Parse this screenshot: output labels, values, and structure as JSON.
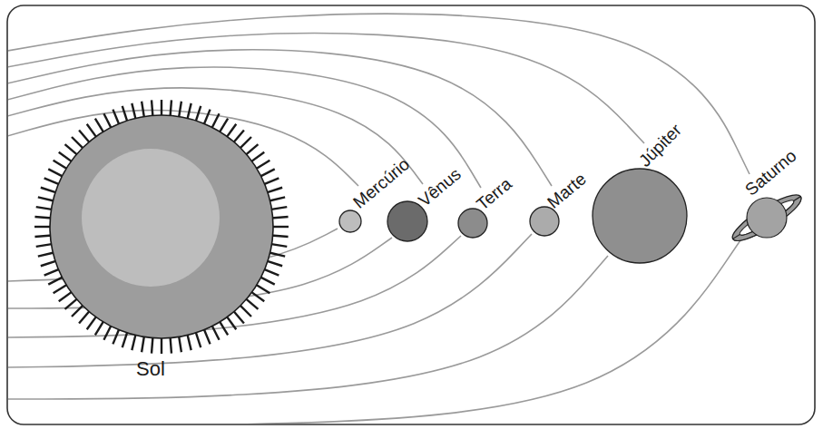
{
  "diagram": {
    "nodes": [
      {
        "text": [
          "Sol"
        ]
      },
      {
        "text": [
          "Mercúrio"
        ]
      },
      {
        "text": [
          "Vênus"
        ]
      },
      {
        "text": [
          "Terra"
        ]
      },
      {
        "text": [
          "Marte"
        ]
      },
      {
        "text": [
          "Júpiter"
        ]
      },
      {
        "text": [
          "Saturno"
        ]
      }
    ]
  }
}
